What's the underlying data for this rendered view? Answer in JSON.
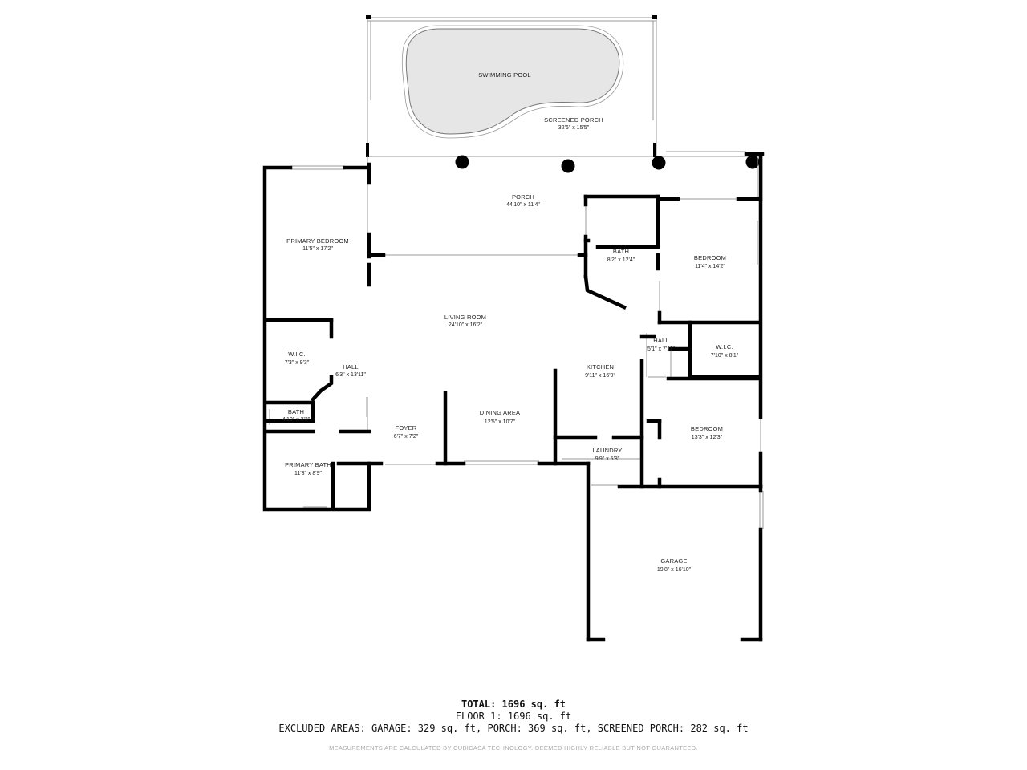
{
  "rooms": [
    {
      "name": "SWIMMING POOL",
      "dim": ""
    },
    {
      "name": "SCREENED PORCH",
      "dim": "32'6\" x 15'5\""
    },
    {
      "name": "PORCH",
      "dim": "44'10\" x 11'4\""
    },
    {
      "name": "PRIMARY BEDROOM",
      "dim": "11'5\" x 17'2\""
    },
    {
      "name": "BATH",
      "dim": "8'2\" x 12'4\""
    },
    {
      "name": "BEDROOM",
      "dim": "11'4\" x 14'2\""
    },
    {
      "name": "LIVING ROOM",
      "dim": "24'10\" x 16'2\""
    },
    {
      "name": "W.I.C.",
      "dim": "7'3\" x 9'3\""
    },
    {
      "name": "HALL",
      "dim": "6'3\" x 13'11\""
    },
    {
      "name": "HALL",
      "dim": "5'1\" x 7'11\""
    },
    {
      "name": "W.I.C.",
      "dim": "7'10\" x 8'1\""
    },
    {
      "name": "KITCHEN",
      "dim": "9'11\" x 16'9\""
    },
    {
      "name": "BATH",
      "dim": "4'10\" x 3'3\""
    },
    {
      "name": "DINING AREA",
      "dim": "12'5\" x 10'7\""
    },
    {
      "name": "FOYER",
      "dim": "6'7\" x 7'2\""
    },
    {
      "name": "BEDROOM",
      "dim": "13'3\" x 12'3\""
    },
    {
      "name": "LAUNDRY",
      "dim": "9'9\" x 5'8\""
    },
    {
      "name": "PRIMARY BATH",
      "dim": "11'3\" x 8'9\""
    },
    {
      "name": "GARAGE",
      "dim": "19'8\" x 16'10\""
    }
  ],
  "summary": {
    "total_label": "TOTAL: 1696 sq. ft",
    "floor1": "FLOOR 1: 1696 sq. ft",
    "excluded": "EXCLUDED AREAS: GARAGE: 329 sq. ft, PORCH: 369 sq. ft, SCREENED PORCH: 282 sq. ft",
    "disclaimer": "MEASUREMENTS ARE CALCULATED BY CUBICASA TECHNOLOGY. DEEMED HIGHLY RELIABLE BUT NOT GUARANTEED."
  },
  "colors": {
    "wall": "#000000",
    "pool_fill": "#e6e6e6",
    "thin_line": "#9a9a9a"
  }
}
